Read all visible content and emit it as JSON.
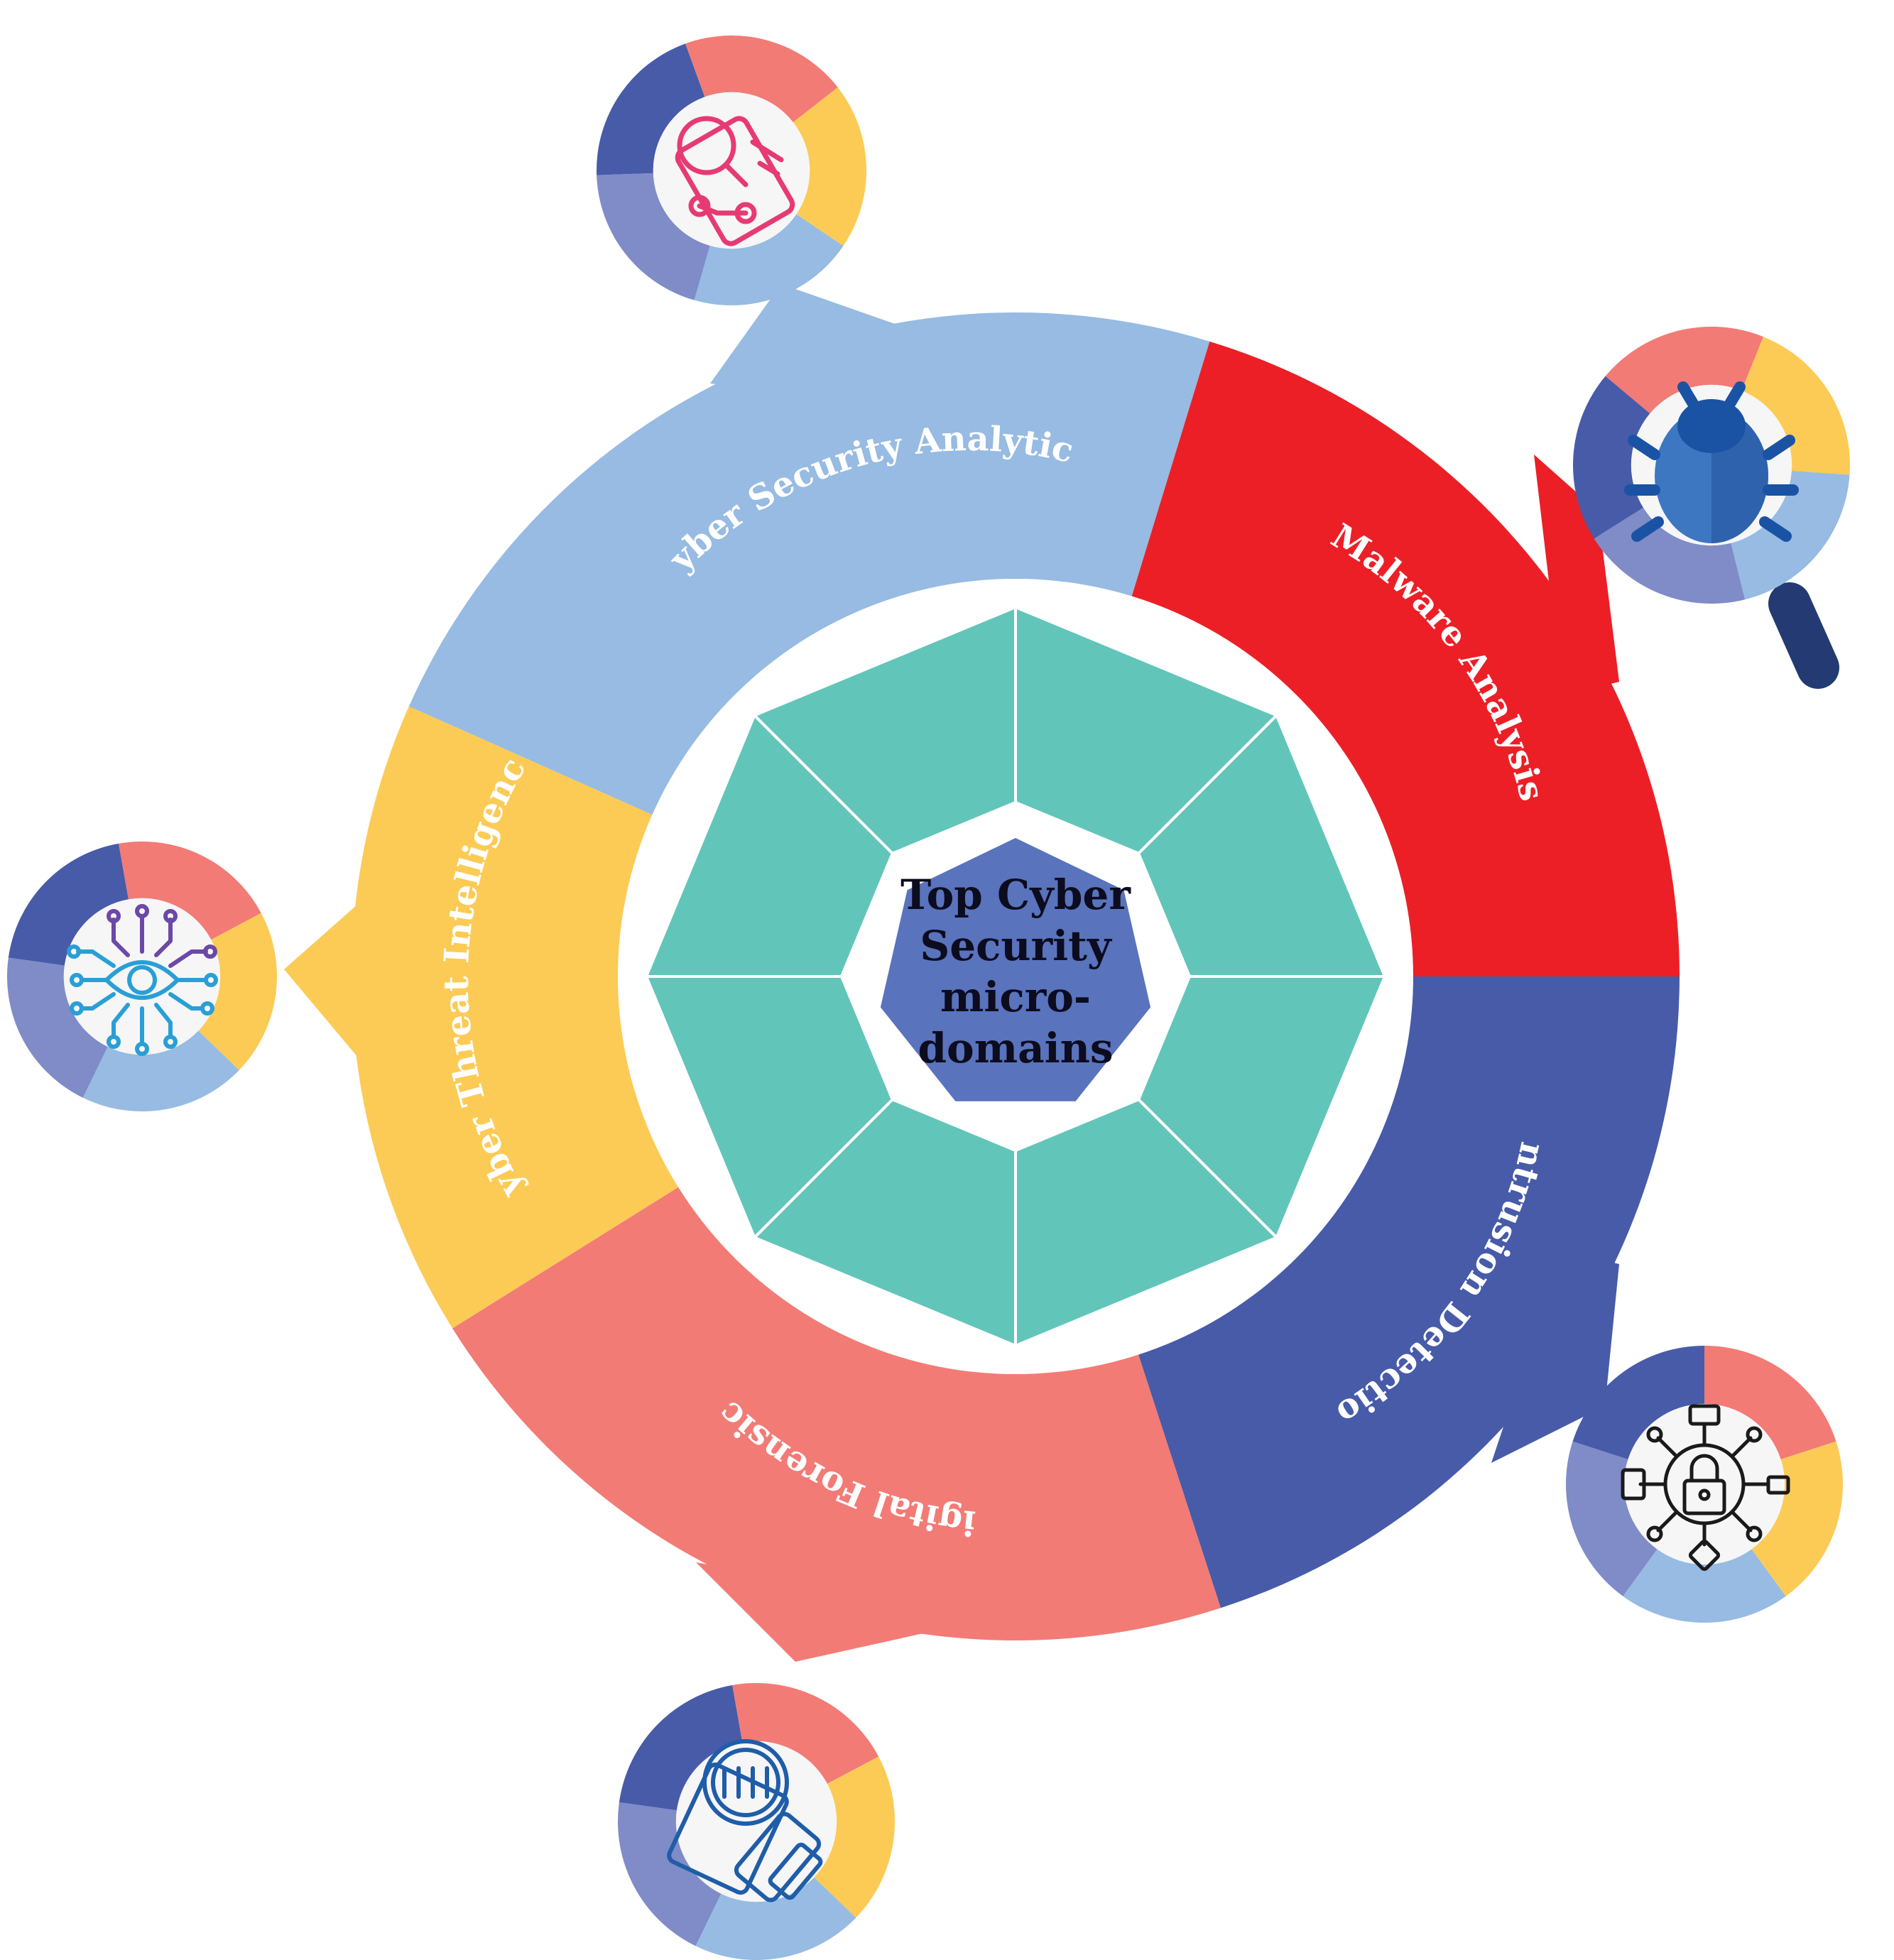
{
  "colors": {
    "background": "#ffffff",
    "center_fill": "#5973bd",
    "center_text": "#0c0c1e",
    "octagon_fill": "#62c5b9",
    "octagon_stroke": "#ffffff",
    "ring_text": "#ffffff",
    "icon_face": "#f6f6f7",
    "handle": "#233a72"
  },
  "center": {
    "title_lines": [
      "Top Cyber",
      "Security",
      "micro-",
      "domains"
    ]
  },
  "segments": [
    {
      "id": "analytics",
      "label": "Cyber Security Analytics",
      "color": "#97bbe2",
      "icon": "analytics-document-icon"
    },
    {
      "id": "malware",
      "label": "Malware Analysis",
      "color": "#ec1f27",
      "icon": "bug-magnifier-icon"
    },
    {
      "id": "intrusion",
      "label": "Intrusion Detection",
      "color": "#475ba9",
      "icon": "network-lock-icon"
    },
    {
      "id": "forensics",
      "label": "Digital Forensics",
      "color": "#f27b76",
      "icon": "binary-magnifier-devices-icon"
    },
    {
      "id": "threat-intel",
      "label": "Cyber Threat Intelligence",
      "color": "#fccb55",
      "icon": "eye-circuit-icon"
    }
  ],
  "badge_ring_colors": [
    "#f27b76",
    "#fccb55",
    "#97bbe2",
    "#7f8cc7",
    "#475ba9"
  ]
}
